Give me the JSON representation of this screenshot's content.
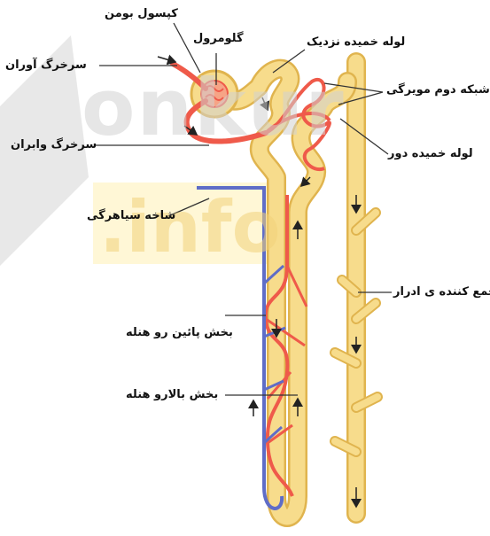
{
  "labels": {
    "bowman_capsule": "کپسول بومن",
    "glomerulus": "گلومرول",
    "proximal_tubule": "لوله خمیده نزدیک",
    "afferent_arteriole": "سرخرگ آوران",
    "peritubular_capillaries": "شبکه دوم مویرگی",
    "efferent_arteriole": "سرخرگ وابران",
    "distal_tubule": "لوله خمیده دور",
    "venule_branch": "شاخه سیاهرگی",
    "collecting_duct": "جمع کننده ی ادرار",
    "descending_limb": "بخش پائین رو هنله",
    "ascending_limb": "بخش بالارو هنله"
  },
  "watermark": {
    "text_top": "onkur",
    "text_bottom": ".info"
  },
  "colors": {
    "tubule": "#f7dc8c",
    "tubule_edge": "#e0b44e",
    "artery": "#ef5a4a",
    "vein": "#5f6dc7",
    "arrow": "#222222",
    "leader_line": "#333333"
  }
}
